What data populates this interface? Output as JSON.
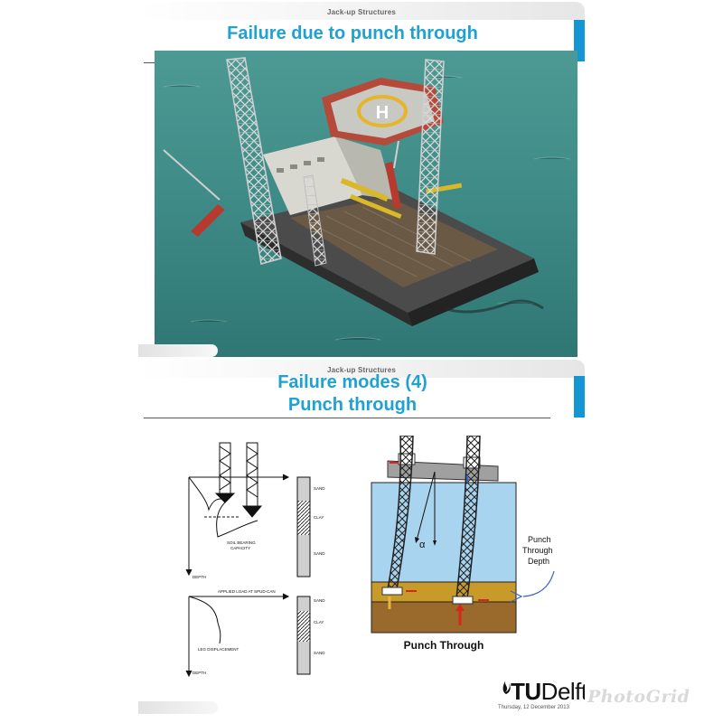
{
  "slide1": {
    "section_label": "Jack-up Structures",
    "title": "Failure due to punch through",
    "photo": {
      "helideck_marking": "H"
    }
  },
  "slide2": {
    "section_label": "Jack-up Structures",
    "title_line1": "Failure modes (4)",
    "title_line2": "Punch through",
    "left_diagram": {
      "top": {
        "layers": [
          "SAND",
          "CLAY",
          "SAND"
        ],
        "curve_label_line1": "SOIL BEARING",
        "curve_label_line2": "CAPACITY",
        "axis_label": "DEPTH"
      },
      "bottom": {
        "top_label": "APPLIED LOAD AT SPUD-CAN",
        "layers": [
          "SAND",
          "CLAY",
          "SAND"
        ],
        "curve_label": "LEG DISPLACEMENT",
        "axis_label": "DEPTH"
      }
    },
    "right_diagram": {
      "angle_symbol": "α",
      "callout_line1": "Punch",
      "callout_line2": "Through",
      "callout_line3": "Depth",
      "caption": "Punch Through"
    },
    "logo": {
      "brand_tu": "TU",
      "brand_delft": "Delft",
      "date": "Thursday, 12 December 2013"
    }
  },
  "watermark": "PhotoGrid",
  "colors": {
    "title": "#1fa1d2",
    "accent_bar": "#1596d4",
    "sea": "#3e8a86",
    "water_blue": "#a9d4ef",
    "sand": "#c89a2a",
    "clay": "#9a6a2c"
  }
}
